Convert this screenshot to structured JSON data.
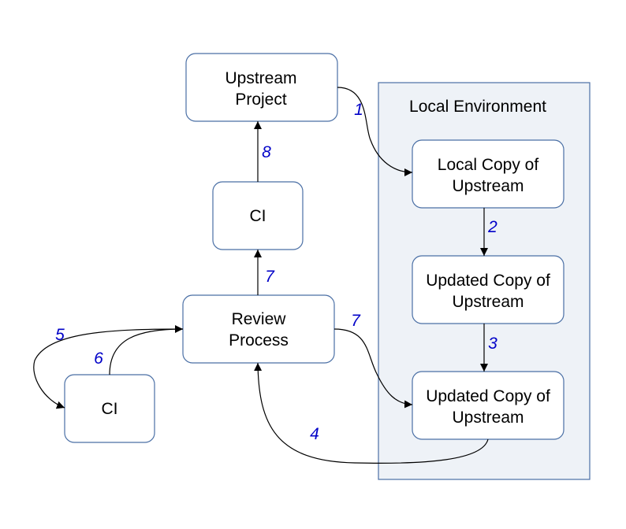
{
  "colors": {
    "box_stroke": "#4a6fa5",
    "region_fill": "#eef2f7",
    "region_stroke": "#4a6fa5",
    "step_label": "#0000c8",
    "edge": "#000000"
  },
  "region": {
    "title": "Local Environment"
  },
  "nodes": {
    "upstream_project": [
      "Upstream",
      "Project"
    ],
    "ci_top": [
      "CI"
    ],
    "review_process": [
      "Review",
      "Process"
    ],
    "ci_bottom": [
      "CI"
    ],
    "local_copy": [
      "Local Copy of",
      "Upstream"
    ],
    "updated_copy_1": [
      "Updated Copy of",
      "Upstream"
    ],
    "updated_copy_2": [
      "Updated Copy of",
      "Upstream"
    ]
  },
  "edges": [
    {
      "from": "upstream_project",
      "to": "local_copy",
      "label": "1"
    },
    {
      "from": "local_copy",
      "to": "updated_copy_1",
      "label": "2"
    },
    {
      "from": "updated_copy_1",
      "to": "updated_copy_2",
      "label": "3"
    },
    {
      "from": "updated_copy_2",
      "to": "review_process",
      "label": "4"
    },
    {
      "from": "review_process",
      "to": "ci_bottom",
      "label": "5"
    },
    {
      "from": "ci_bottom",
      "to": "review_process",
      "label": "6"
    },
    {
      "from": "review_process",
      "to": "ci_top",
      "label": "7"
    },
    {
      "from": "review_process",
      "to": "updated_copy_2",
      "label": "7"
    },
    {
      "from": "ci_top",
      "to": "upstream_project",
      "label": "8"
    }
  ]
}
